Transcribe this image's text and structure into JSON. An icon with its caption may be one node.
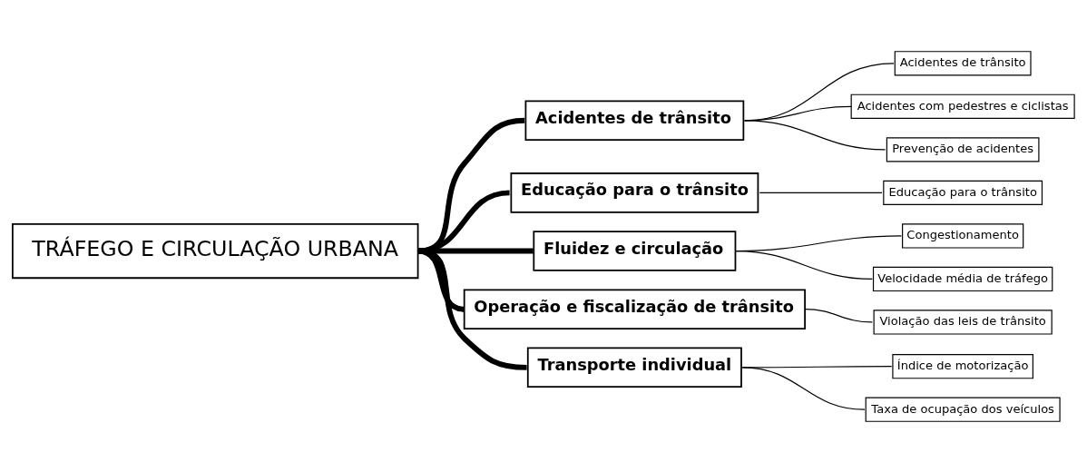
{
  "diagram": {
    "nodes": [
      {
        "text": [
          "TRÁFEGO E CIRCULAÇÃO URBANA"
        ]
      },
      {
        "text": [
          "Acidentes de trânsito"
        ]
      },
      {
        "text": [
          "Acidentes de trânsito"
        ]
      },
      {
        "text": [
          "Acidentes com pedestres e ciclistas"
        ]
      },
      {
        "text": [
          "Prevenção de acidentes"
        ]
      },
      {
        "text": [
          "Educação para o trânsito"
        ]
      },
      {
        "text": [
          "Educação para o trânsito"
        ]
      },
      {
        "text": [
          "Fluidez e circulação"
        ]
      },
      {
        "text": [
          "Congestionamento"
        ]
      },
      {
        "text": [
          "Velocidade média de tráfego"
        ]
      },
      {
        "text": [
          "Operação e fiscalização de trânsito"
        ]
      },
      {
        "text": [
          "Violação das leis de trânsito"
        ]
      },
      {
        "text": [
          "Transporte individual"
        ]
      },
      {
        "text": [
          "Índice de motorização"
        ]
      },
      {
        "text": [
          "Taxa de ocupação dos veículos"
        ]
      }
    ],
    "edges": [
      {
        "from": 0,
        "to": 1,
        "arrow": "none",
        "style": "thick"
      },
      {
        "from": 0,
        "to": 5,
        "arrow": "none",
        "style": "thick"
      },
      {
        "from": 0,
        "to": 7,
        "arrow": "none",
        "style": "thick"
      },
      {
        "from": 0,
        "to": 10,
        "arrow": "none",
        "style": "thick"
      },
      {
        "from": 0,
        "to": 12,
        "arrow": "none",
        "style": "thick"
      },
      {
        "from": 1,
        "to": 2,
        "arrow": "none"
      },
      {
        "from": 1,
        "to": 3,
        "arrow": "none"
      },
      {
        "from": 1,
        "to": 4,
        "arrow": "none"
      },
      {
        "from": 5,
        "to": 6,
        "arrow": "none"
      },
      {
        "from": 7,
        "to": 8,
        "arrow": "none"
      },
      {
        "from": 7,
        "to": 9,
        "arrow": "none"
      },
      {
        "from": 10,
        "to": 11,
        "arrow": "none"
      },
      {
        "from": 12,
        "to": 13,
        "arrow": "none"
      },
      {
        "from": 12,
        "to": 14,
        "arrow": "none"
      }
    ]
  }
}
